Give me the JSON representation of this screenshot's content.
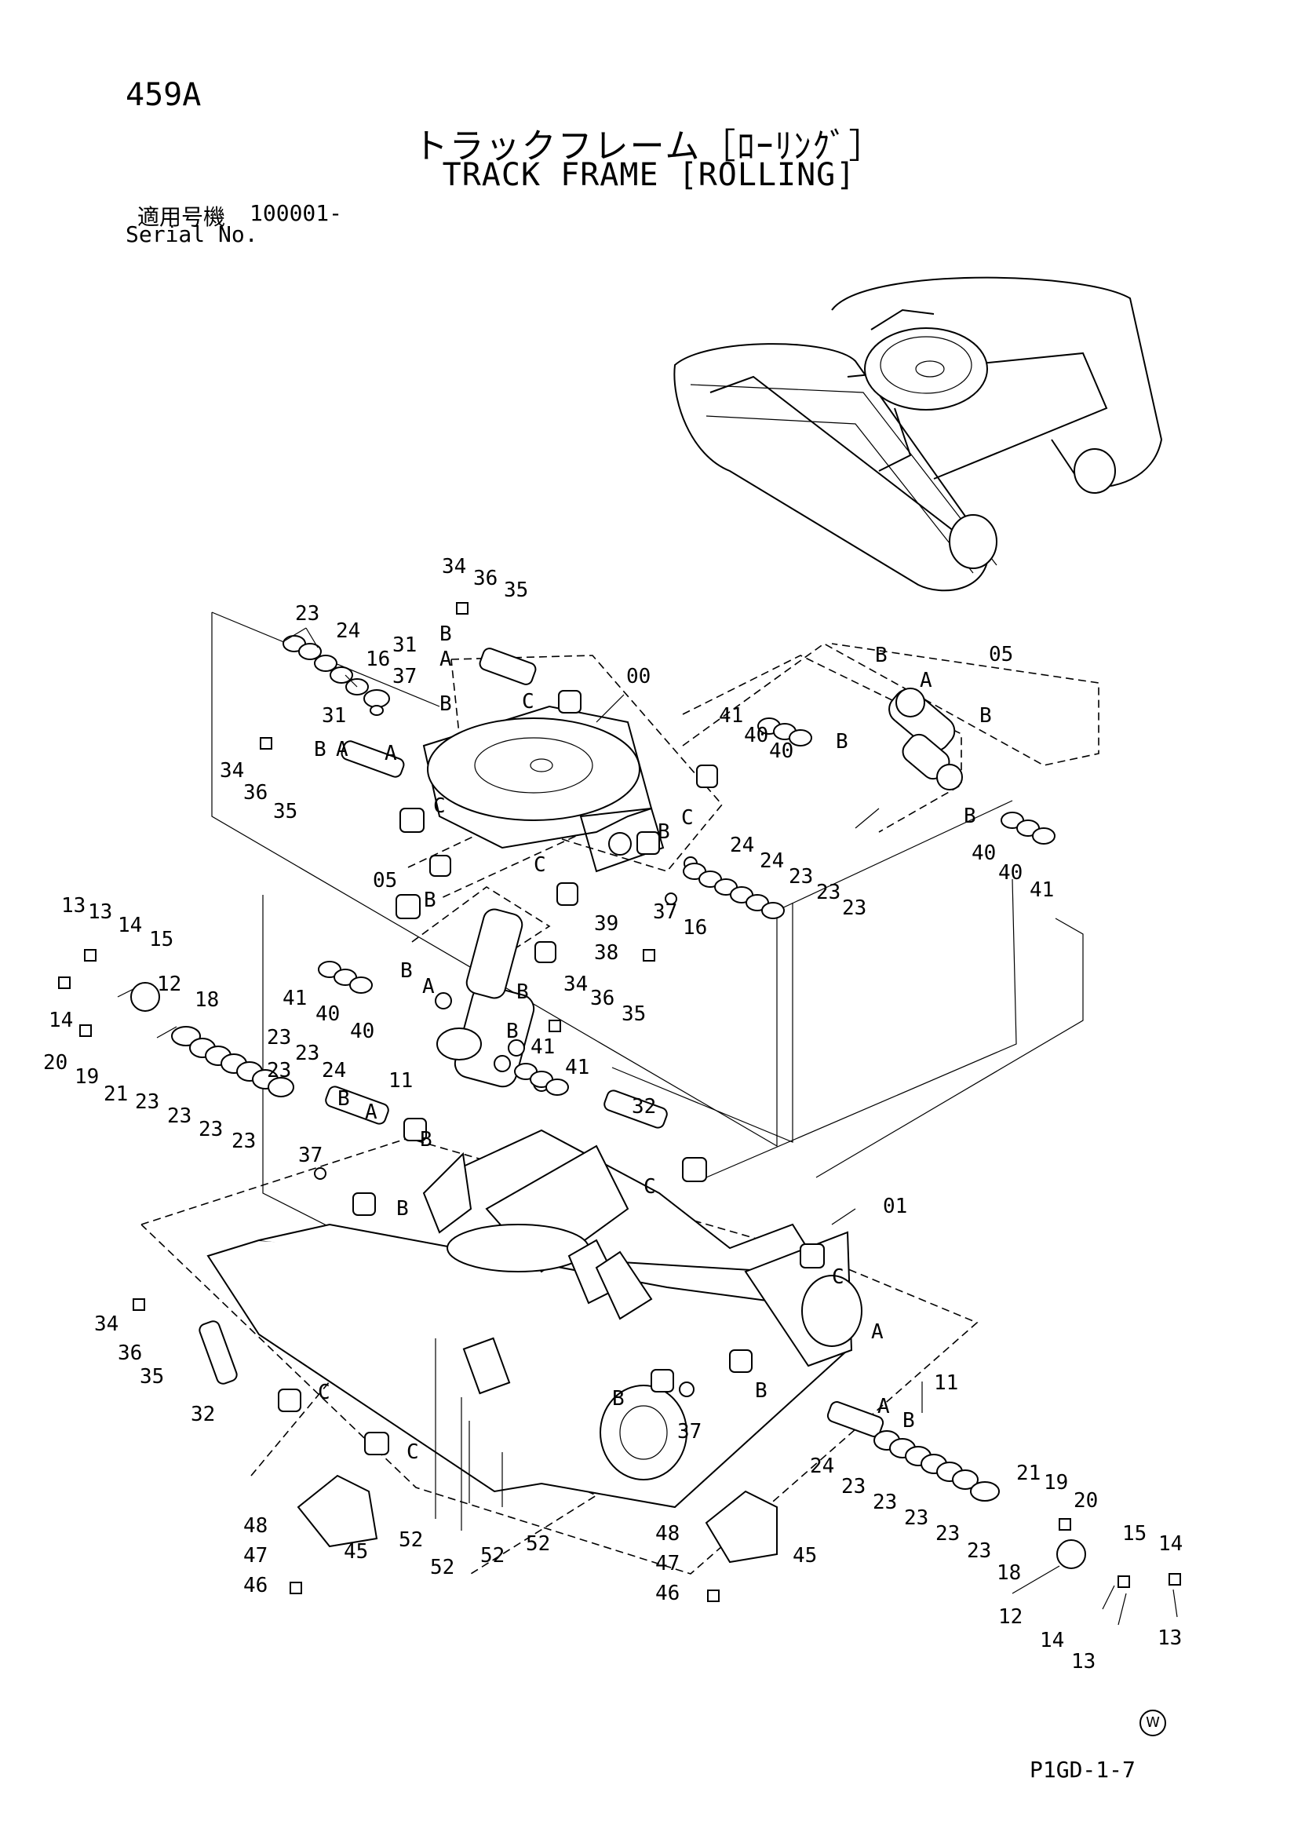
{
  "header": {
    "page_number": "459A",
    "title_jp": "トラックフレーム［ﾛｰﾘﾝｸﾞ］",
    "title_en": "TRACK FRAME [ROLLING]",
    "serial_label_jp": "適用号機",
    "serial_value": "100001-",
    "serial_label_en": "Serial No."
  },
  "footer": {
    "page_code": "P1GD-1-7",
    "mark": "W"
  },
  "callouts": {
    "c00": "00",
    "c01": "01",
    "c05a": "05",
    "c05b": "05",
    "c11a": "11",
    "c11b": "11",
    "c12a": "12",
    "c12b": "12",
    "c13a": "13",
    "c13b": "13",
    "c13c": "13",
    "c13d": "13",
    "c14a": "14",
    "c14b": "14",
    "c14c": "14",
    "c14d": "14",
    "c15a": "15",
    "c15b": "15",
    "c16a": "16",
    "c16b": "16",
    "c18a": "18",
    "c18b": "18",
    "c19a": "19",
    "c19b": "19",
    "c20a": "20",
    "c20b": "20",
    "c21a": "21",
    "c21b": "21",
    "c23a": "23",
    "c23b": "23",
    "c23c": "23",
    "c23d": "23",
    "c23e": "23",
    "c23f": "23",
    "c23g": "23",
    "c23h": "23",
    "c23i": "23",
    "c23j": "23",
    "c23k": "23",
    "c23l": "23",
    "c23m": "23",
    "c23n": "23",
    "c23o": "23",
    "c24a": "24",
    "c24b": "24",
    "c24c": "24",
    "c24d": "24",
    "c24e": "24",
    "c31a": "31",
    "c31b": "31",
    "c32a": "32",
    "c32b": "32",
    "c34a": "34",
    "c34b": "34",
    "c34c": "34",
    "c34d": "34",
    "c35a": "35",
    "c35b": "35",
    "c35c": "35",
    "c35d": "35",
    "c36a": "36",
    "c36b": "36",
    "c36c": "36",
    "c36d": "36",
    "c37a": "37",
    "c37b": "37",
    "c37c": "37",
    "c37d": "37",
    "c38": "38",
    "c39": "39",
    "c40a": "40",
    "c40b": "40",
    "c40c": "40",
    "c40d": "40",
    "c40e": "40",
    "c40f": "40",
    "c41a": "41",
    "c41b": "41",
    "c41c": "41",
    "c41d": "41",
    "c45a": "45",
    "c45b": "45",
    "c46a": "46",
    "c46b": "46",
    "c47a": "47",
    "c47b": "47",
    "c48a": "48",
    "c48b": "48",
    "c52a": "52",
    "c52b": "52",
    "c52c": "52",
    "c52d": "52"
  },
  "letters": {
    "A": "A",
    "B": "B",
    "C": "C"
  }
}
